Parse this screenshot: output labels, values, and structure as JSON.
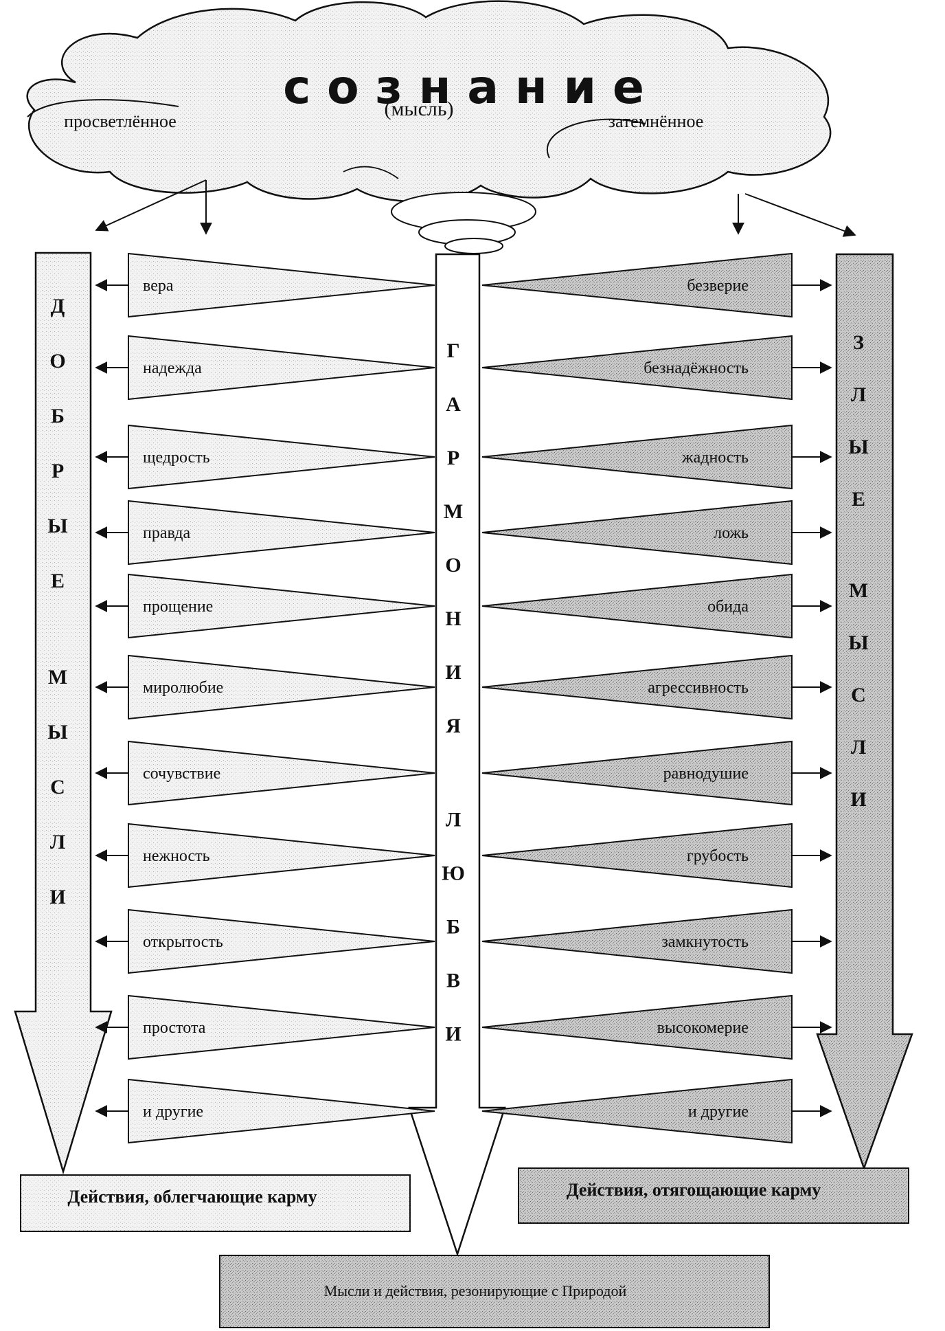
{
  "cloud": {
    "title": "с о з н а н и е",
    "subtitle": "(мысль)",
    "left_label": "просветлённое",
    "right_label": "затемнённое"
  },
  "columns": {
    "left": "ДОБРЫЕ МЫСЛИ",
    "center": "ГАРМОНИЯ ЛЮБВИ",
    "right": "ЗЛЫЕ МЫСЛИ"
  },
  "pairs": [
    {
      "good": "вера",
      "bad": "безверие"
    },
    {
      "good": "надежда",
      "bad": "безнадёжность"
    },
    {
      "good": "щедрость",
      "bad": "жадность"
    },
    {
      "good": "правда",
      "bad": "ложь"
    },
    {
      "good": "прощение",
      "bad": "обида"
    },
    {
      "good": "миролюбие",
      "bad": "агрессивность"
    },
    {
      "good": "сочувствие",
      "bad": "равнодушие"
    },
    {
      "good": "нежность",
      "bad": "грубость"
    },
    {
      "good": "открытость",
      "bad": "замкнутость"
    },
    {
      "good": "простота",
      "bad": "высокомерие"
    },
    {
      "good": "и другие",
      "bad": "и другие"
    }
  ],
  "boxes": {
    "left": "Действия, облегчающие карму",
    "right": "Действия, отягощающие карму",
    "bottom": "Мысли и действия, резонирующие с Природой"
  },
  "colors": {
    "ink": "#111111",
    "shade_light": "#e9e9e9",
    "shade_dark": "#bdbdbd"
  }
}
